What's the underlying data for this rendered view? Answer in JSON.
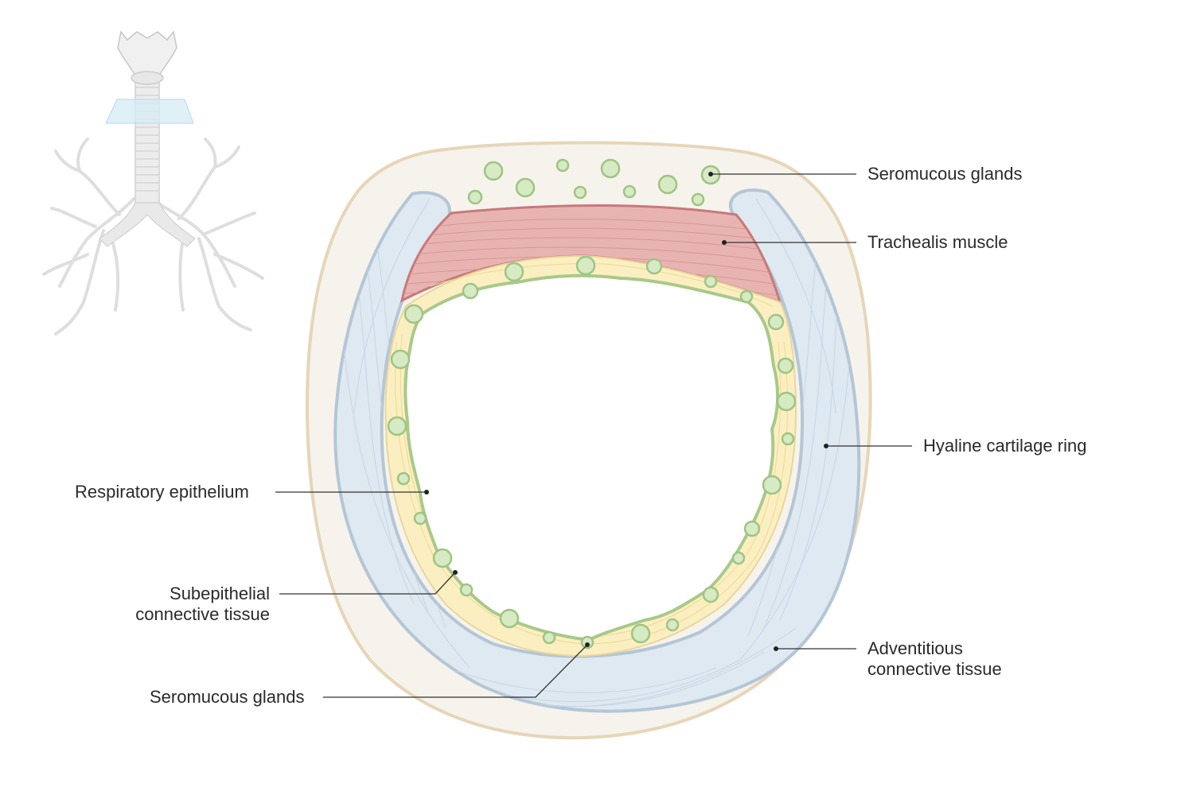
{
  "labels": {
    "seromucous_glands_top": "Seromucous glands",
    "trachealis_muscle": "Trachealis muscle",
    "hyaline_cartilage_ring": "Hyaline cartilage ring",
    "respiratory_epithelium": "Respiratory epithelium",
    "subepithelial_line1": "Subepithelial",
    "subepithelial_line2": "connective tissue",
    "seromucous_glands_bottom": "Seromucous glands",
    "adventitious_line1": "Adventitious",
    "adventitious_line2": "connective tissue"
  },
  "colors": {
    "adventitia_fill": "#f6f3ec",
    "adventitia_stroke": "#e6d6b8",
    "cartilage_fill": "#dfe9f1",
    "cartilage_stroke": "#b4c6d6",
    "muscle_fill": "#e8b4b2",
    "muscle_stroke": "#c8797a",
    "submucosa_fill": "#fbefc2",
    "epithelium_stroke": "#a9c98a",
    "gland_fill": "#d6eac4",
    "gland_stroke": "#9fc483",
    "leader_line": "#333333",
    "plane_fill": "#cfe8f3"
  }
}
